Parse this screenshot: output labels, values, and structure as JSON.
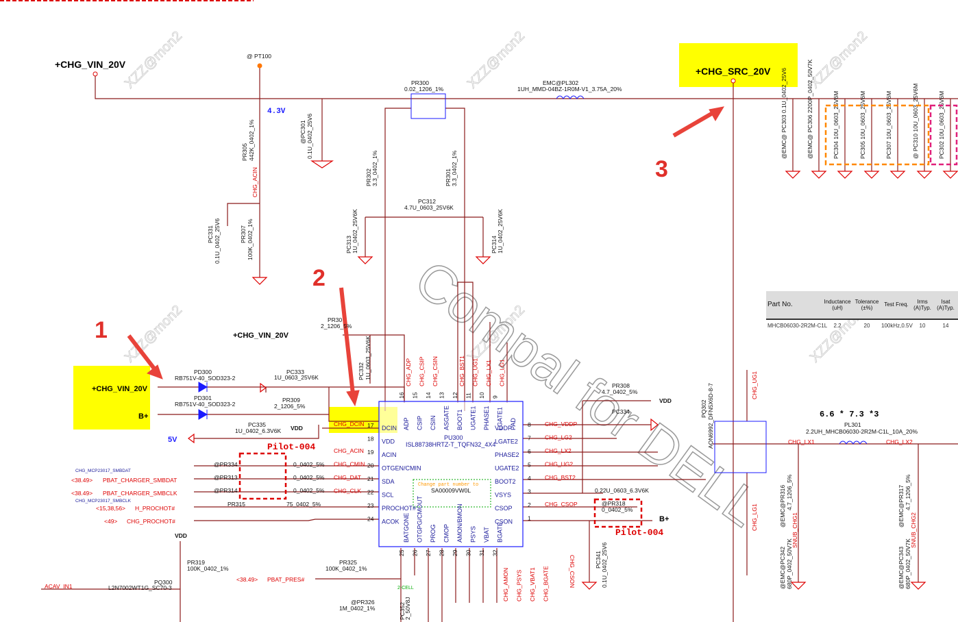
{
  "nets": {
    "vin_top": "+CHG_VIN_20V",
    "src": "+CHG_SRC_20V",
    "vin_mid": "+CHG_VIN_20V",
    "vin_box": "+CHG_VIN_20V",
    "bplus": "B+",
    "bplus2": "B+",
    "fivev": "5V",
    "vdd": "VDD",
    "vdd2": "VDD",
    "vdd3": "VDD",
    "v43": "4.3V",
    "acav": "ACAV_IN1"
  },
  "markers": {
    "m1": "1",
    "m2": "2",
    "m3": "3"
  },
  "pt100": "@ PT100",
  "parts": {
    "pr300": "PR300",
    "pr300v": "0.02_1206_1%",
    "pl302": "EMC@PL302",
    "pl302v": "1UH_MMD-04BZ-1R0M-V1_3.75A_20%",
    "pr305": "PR305",
    "pr305v": "442K_0402_1%",
    "chg_acin": "CHG_ACIN",
    "pc301": "@PC301",
    "pc301v": "0.1U_0402_25V6",
    "pr302": "PR302",
    "pr302v": "3.3_0402_1%",
    "pr301": "PR301",
    "pr301v": "3.3_0402_1%",
    "pc312": "PC312",
    "pc312v": "4.7U_0603_25V6K",
    "pc313": "PC313",
    "pc313v": "1U_0402_25V6K",
    "pc314": "PC314",
    "pc314v": "1U_0402_25V6K",
    "pc331": "PC331",
    "pc331v": "0.1U_0402_25V6",
    "pr307": "PR307",
    "pr307v": "100K_0402_1%",
    "pd300": "PD300",
    "pd300v": "RB751V-40_SOD323-2",
    "pd301": "PD301",
    "pd301v": "RB751V-40_SOD323-2",
    "pc333": "PC333",
    "pc333v": "1U_0603_25V6K",
    "pr309": "PR309",
    "pr309v": "2_1206_5%",
    "pc335": "PC335",
    "pc335v": "1U_0402_6.3V6K",
    "pr30x": "PR30",
    "pr30xv": "2_1206_5%",
    "pc332": "PC332",
    "pc332v": "1U_0603_25V6K",
    "pu300": "PU300",
    "pu300v": "ISL88738HRTZ-T_TQFN32_4X4",
    "change": "Change part number to",
    "sa": "SA00009VW0L",
    "pr308": "PR308",
    "pr308v": "4.7_0402_5%",
    "pc334": "PC334",
    "pc334v": "0.22U_0603_6.3V6K",
    "pr318": "@PR318",
    "pr318v": "0_0402_5%",
    "pc341": "PC341",
    "pc341v": "0.1U_0402_25V6",
    "pq302": "PQ302",
    "pq302v": "AON6992_DFN5X6D-8-7",
    "pl301": "PL301",
    "pl301v": "2.2UH_MHCB06030-2R2M-C1L_10A_20%",
    "dims": "6.6 * 7.3 *3",
    "chg_lx1": "CHG_LX1",
    "chg_lx2": "CHG_LX2",
    "chg_ug1": "CHG_UG1",
    "chg_lg1": "CHG_LG1",
    "pr316": "@EMC@PR316",
    "pr316v": "4.7_1206_5%",
    "pr317": "@EMC@PR317",
    "pr317v": "4.7_1206_5%",
    "pc342": "@EMC@PC342",
    "pc342v": "680P_0402_50V7K",
    "pc343": "@EMC@PC343",
    "pc343v": "680P_0402_50V7K",
    "snub1": "SNUB_CHG1",
    "snub2": "SNUB_CHG2",
    "pr319": "PR319",
    "pr319v": "100K_0402_1%",
    "pq300": "PQ300",
    "pq300v": "L2N7002WT1G_SC70-3",
    "pr325": "PR325",
    "pr325v": "100K_0402_1%",
    "pr326": "@PR326",
    "pr326v": "1M_0402_1%",
    "pc352": "PC352",
    "pc352v": "2_50V8J",
    "pbat_pres": "PBAT_PRES#",
    "ref3849": "<38.49>",
    "cell": "2-CELL",
    "pr334": "@PR334",
    "pr313": "@PR313",
    "pr314": "@PR314",
    "pr315": "PR315",
    "r0402": "0_0402_5%",
    "r0402b": "0_0402_5%",
    "r0402c": "0_0402_5%",
    "r75": "75_0402_5%"
  },
  "caps_right": [
    "@EMC@ PC303 0.1U_0402_25V6",
    "@EMC@ PC306 2200P_0402_50V7K",
    "PC304 10U_0603_25V6M",
    "PC305 10U_0603_25V6M",
    "PC307 10U_0603_25V6M",
    "@ PC310 10U_0603_25V6M",
    "PC302 10U_0603_25V6M"
  ],
  "left_signals": [
    {
      "ref": "",
      "name": "CHG_MCP23017_SMBDAT"
    },
    {
      "ref": "<38.49>",
      "name": "PBAT_CHARGER_SMBDAT"
    },
    {
      "ref": "<38.49>",
      "name": "PBAT_CHARGER_SMBCLK"
    },
    {
      "ref": "<15,38,56>",
      "name": "H_PROCHOT#"
    },
    {
      "ref": "<49>",
      "name": "CHG_PROCHOT#"
    },
    {
      "ref": "",
      "name": "CHG_MCP23017_SMBCLK"
    }
  ],
  "ic_left": [
    "DCIN",
    "VDD",
    "ACIN",
    "OTGEN/CMIN",
    "SDA",
    "SCL",
    "PROCHOT#",
    "ACOK"
  ],
  "ic_left_nums": [
    "17",
    "18",
    "19",
    "20",
    "21",
    "22",
    "23",
    "24"
  ],
  "ic_left_nets": [
    "CHG_DCIN",
    "",
    "CHG_ACIN",
    "CHG_CMIN",
    "CHG_DAT",
    "CHG_CLK",
    "",
    ""
  ],
  "ic_right": [
    "VDDP",
    "LGATE2",
    "PHASE2",
    "UGATE2",
    "BOOT2",
    "VSYS",
    "CSOP",
    "CSON"
  ],
  "ic_right_nums": [
    "8",
    "7",
    "6",
    "5",
    "4",
    "3",
    "2",
    "1"
  ],
  "ic_right_nets": [
    "CHG_VDDP",
    "CHG_LG2",
    "CHG_LX2",
    "CHG_UG2",
    "CHG_BST2",
    "",
    "CHG_CSOP",
    ""
  ],
  "ic_top": [
    "ADP",
    "CSIP",
    "CSIN",
    "ASGATE",
    "BOOT1",
    "UGATE1",
    "PHASE1",
    "LGATE1",
    "PAD"
  ],
  "ic_top_nums": [
    "16",
    "15",
    "14",
    "13",
    "12",
    "11",
    "10",
    "9",
    ""
  ],
  "ic_top_nets": [
    "CHG_ADP",
    "CHG_CSIP",
    "CHG_CSIN",
    "",
    "CHG_BST1",
    "CHG_UG1",
    "CHG_LX1",
    "CHG_LG1",
    ""
  ],
  "ic_bottom": [
    "BATGONE",
    "OTGPG/CMOUT",
    "PROG",
    "CMOP",
    "AMON/BMON",
    "PSYS",
    "VBAT",
    "BGATE"
  ],
  "ic_bottom_nums": [
    "25",
    "26",
    "27",
    "28",
    "29",
    "30",
    "31",
    "32"
  ],
  "ic_bottom_nets": [
    "",
    "",
    "",
    "",
    "CHG_AMON",
    "CHG_PSYS",
    "CHG_VBAT1",
    "CHG_BGATE"
  ],
  "chg_cson": "CHG_CSON",
  "pilot": [
    "Pilot-004",
    "Pilot-004"
  ],
  "table": {
    "headers": [
      "Part No.",
      "Inductance (uH)",
      "Tolerance (±%)",
      "Test Freq.",
      "Irms (A)Typ.",
      "Isat (A)Typ."
    ],
    "row": [
      "MHCB06030-2R2M-C1L",
      "2.2",
      "20",
      "100kHz,0.5V",
      "10",
      "14"
    ]
  },
  "watermark": [
    "XZZ@mon2",
    "Compal for DELL"
  ],
  "colors": {
    "wire": "#8b1a1a",
    "highlight": "#ffff00",
    "ic": "#1a1aff",
    "marker": "#e0302a"
  }
}
